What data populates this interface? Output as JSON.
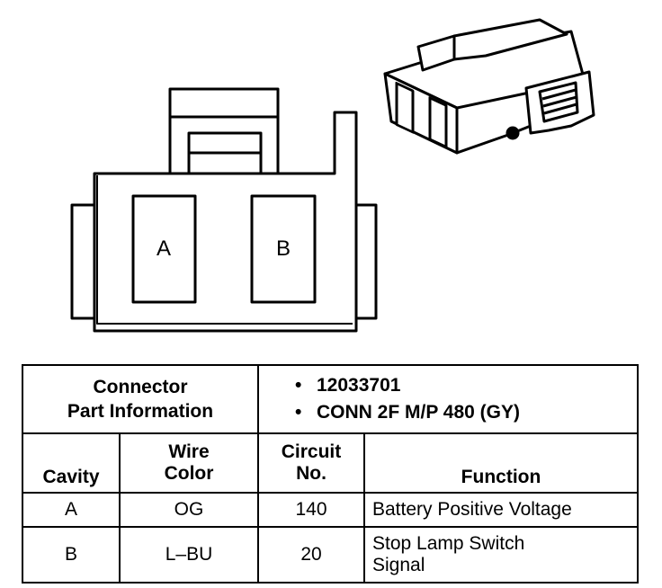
{
  "diagram": {
    "cavity_labels": [
      "A",
      "B"
    ]
  },
  "table": {
    "part_info_title_line1": "Connector",
    "part_info_title_line2": "Part Information",
    "part_info_items": [
      "12033701",
      "CONN 2F M/P 480 (GY)"
    ],
    "bullet": "•",
    "headers": {
      "cavity": "Cavity",
      "wire_color_line1": "Wire",
      "wire_color_line2": "Color",
      "circuit_line1": "Circuit",
      "circuit_line2": "No.",
      "function": "Function"
    },
    "rows": [
      {
        "cavity": "A",
        "wire_color": "OG",
        "circuit": "140",
        "function_line1": "Battery Positive Voltage",
        "function_line2": ""
      },
      {
        "cavity": "B",
        "wire_color": "L–BU",
        "circuit": "20",
        "function_line1": "Stop Lamp Switch",
        "function_line2": "Signal"
      }
    ]
  }
}
